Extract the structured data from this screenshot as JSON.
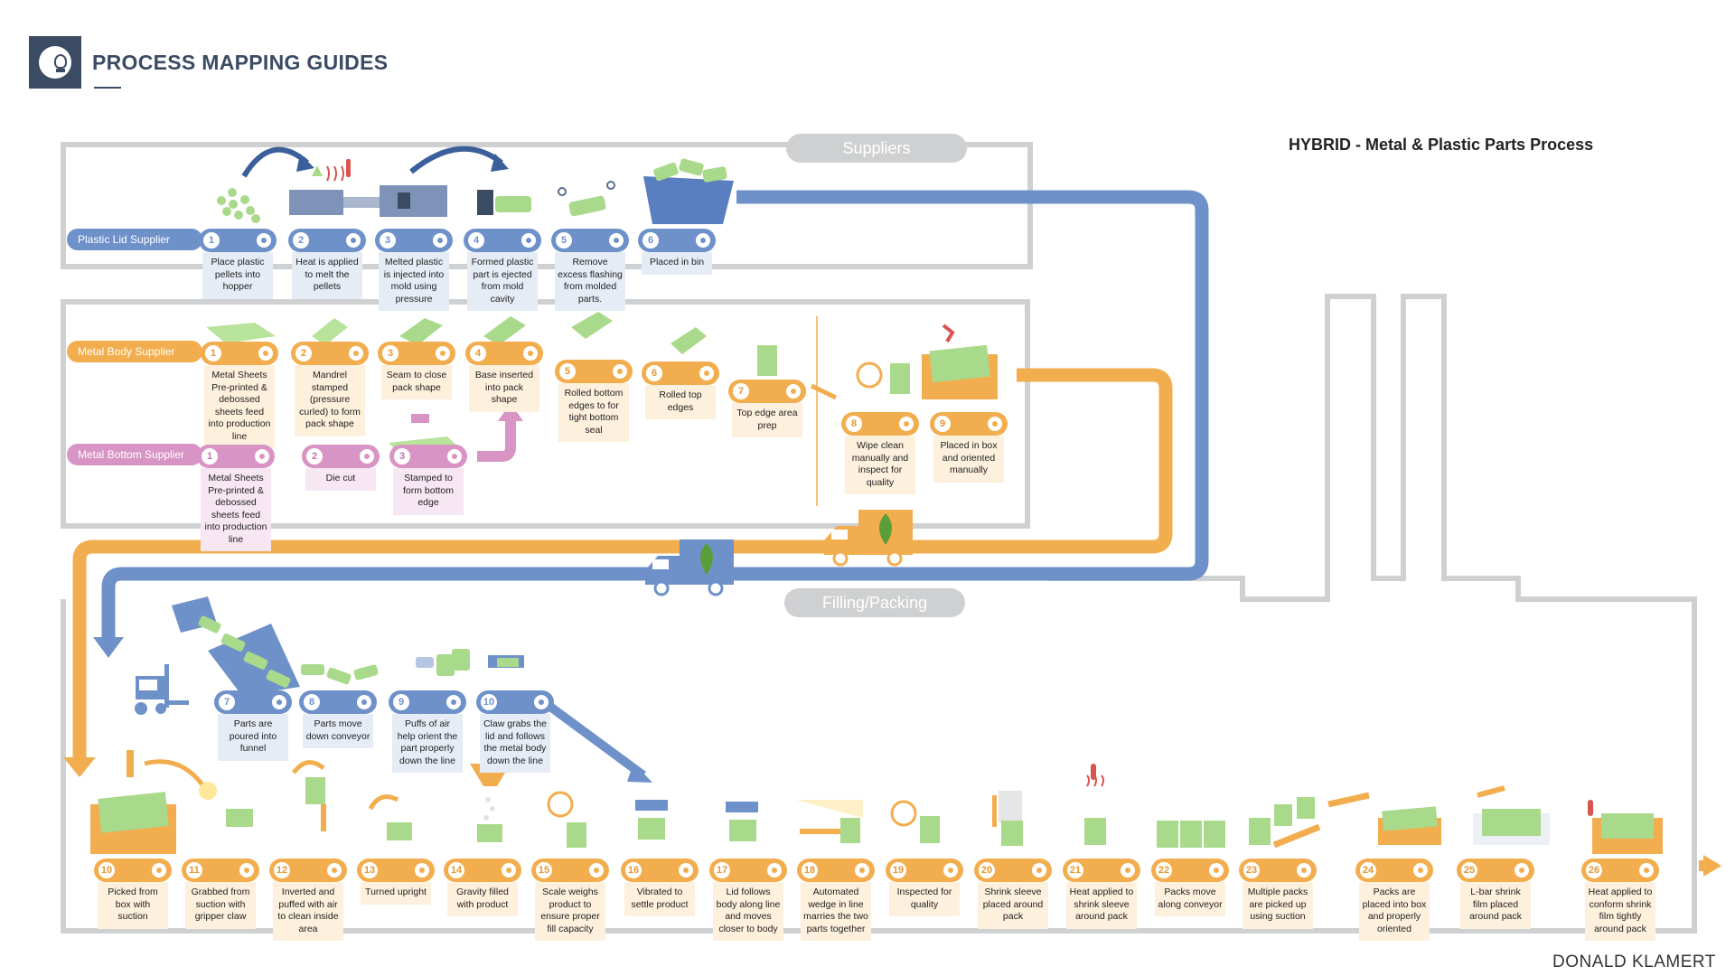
{
  "header": {
    "brand": "PROCESS MAPPING GUIDES",
    "title": "HYBRID - Metal & Plastic Parts Process",
    "author": "DONALD KLAMERT",
    "logo_icon": "lightbulb-icon"
  },
  "colors": {
    "blue": "#6f91c9",
    "orange": "#f2ae4e",
    "pink": "#d894c4",
    "green": "#8cc96a",
    "navy": "#3b4b63",
    "gray": "#cfd0d2"
  },
  "sections": {
    "suppliers": "Suppliers",
    "filling": "Filling/Packing"
  },
  "rows": {
    "plastic_lid": "Plastic Lid Supplier",
    "metal_body": "Metal Body Supplier",
    "metal_bottom": "Metal Bottom Supplier"
  },
  "plastic_lid_steps": [
    {
      "num": "1",
      "text": "Place plastic pellets into hopper",
      "icon": "pellets-icon"
    },
    {
      "num": "2",
      "text": "Heat is applied to melt the pellets",
      "icon": "heater-icon"
    },
    {
      "num": "3",
      "text": "Melted plastic is injected into mold using pressure",
      "icon": "injection-mold-icon"
    },
    {
      "num": "4",
      "text": "Formed plastic part is ejected from mold cavity",
      "icon": "ejected-part-icon"
    },
    {
      "num": "5",
      "text": "Remove excess flashing from molded parts.",
      "icon": "scissors-icon"
    },
    {
      "num": "6",
      "text": "Placed in bin",
      "icon": "bin-icon"
    }
  ],
  "metal_body_steps": [
    {
      "num": "1",
      "text": "Metal Sheets Pre-printed & debossed sheets feed into production line",
      "icon": "metal-sheet-icon"
    },
    {
      "num": "2",
      "text": "Mandrel stamped (pressure curled) to form pack shape",
      "icon": "mandrel-icon"
    },
    {
      "num": "3",
      "text": "Seam to close pack shape",
      "icon": "seam-icon"
    },
    {
      "num": "4",
      "text": "Base inserted into pack shape",
      "icon": "base-insert-icon"
    },
    {
      "num": "5",
      "text": "Rolled bottom edges to for tight bottom seal",
      "icon": "rolled-bottom-icon"
    },
    {
      "num": "6",
      "text": "Rolled top edges",
      "icon": "rolled-top-icon"
    },
    {
      "num": "7",
      "text": "Top edge area prep",
      "icon": "tin-icon"
    },
    {
      "num": "8",
      "text": "Wipe clean manually and inspect for quality",
      "icon": "inspect-icon"
    },
    {
      "num": "9",
      "text": "Placed in box and oriented manually",
      "icon": "box-icon"
    }
  ],
  "metal_bottom_steps": [
    {
      "num": "1",
      "text": "Metal Sheets Pre-printed & debossed sheets feed into production line",
      "icon": "metal-sheet-icon"
    },
    {
      "num": "2",
      "text": "Die cut",
      "icon": "die-cut-icon"
    },
    {
      "num": "3",
      "text": "Stamped to form bottom edge",
      "icon": "stamp-icon"
    }
  ],
  "filling_upper_steps": [
    {
      "num": "7",
      "text": "Parts are poured into funnel",
      "icon": "funnel-icon"
    },
    {
      "num": "8",
      "text": "Parts move down conveyor",
      "icon": "conveyor-icon"
    },
    {
      "num": "9",
      "text": "Puffs of air help orient the part properly down the line",
      "icon": "air-puff-icon"
    },
    {
      "num": "10",
      "text": "Claw grabs the lid and follows the metal body down the line",
      "icon": "claw-icon"
    }
  ],
  "filling_lower_steps": [
    {
      "num": "10",
      "text": "Picked from box with suction",
      "icon": "suction-icon"
    },
    {
      "num": "11",
      "text": "Grabbed from suction with gripper claw",
      "icon": "gripper-icon"
    },
    {
      "num": "12",
      "text": "Inverted and puffed with air to clean inside area",
      "icon": "invert-icon"
    },
    {
      "num": "13",
      "text": "Turned upright",
      "icon": "turn-icon"
    },
    {
      "num": "14",
      "text": "Gravity filled with product",
      "icon": "hopper-fill-icon"
    },
    {
      "num": "15",
      "text": "Scale weighs product to ensure proper fill capacity",
      "icon": "scale-icon"
    },
    {
      "num": "16",
      "text": "Vibrated to settle product",
      "icon": "vibrate-icon"
    },
    {
      "num": "17",
      "text": "Lid follows body along line and moves closer to body",
      "icon": "lid-follow-icon"
    },
    {
      "num": "18",
      "text": "Automated wedge in line marries the two parts together",
      "icon": "wedge-icon"
    },
    {
      "num": "19",
      "text": "Inspected for quality",
      "icon": "inspect-icon"
    },
    {
      "num": "20",
      "text": "Shrink sleeve placed around pack",
      "icon": "sleeve-icon"
    },
    {
      "num": "21",
      "text": "Heat applied to shrink sleeve around pack",
      "icon": "heat-icon"
    },
    {
      "num": "22",
      "text": "Packs move along conveyor",
      "icon": "packs-icon"
    },
    {
      "num": "23",
      "text": "Multiple packs are picked up using suction",
      "icon": "multi-suction-icon"
    },
    {
      "num": "24",
      "text": "Packs are placed into box and properly oriented",
      "icon": "box-icon"
    },
    {
      "num": "25",
      "text": "L-bar shrink film placed around pack",
      "icon": "shrink-film-icon"
    },
    {
      "num": "26",
      "text": "Heat applied to conform shrink film tightly around pack",
      "icon": "heat-icon"
    }
  ]
}
